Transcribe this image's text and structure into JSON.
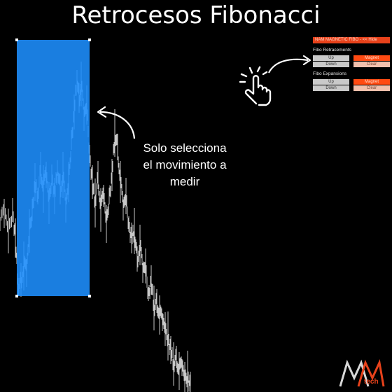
{
  "title": "Retrocesos Fibonacci",
  "annotation": [
    "Solo selecciona",
    "el movimiento a",
    "medir"
  ],
  "panel": {
    "header": "NAM MAGNETIC FIBO - << Hide",
    "retracements": {
      "label": "Fibo Retracements",
      "up": "Up",
      "down": "Down",
      "magnet": "Magnet",
      "clear": "Clear"
    },
    "expansions": {
      "label": "Fibo Expansions",
      "up": "Up",
      "down": "Down",
      "magnet": "Magnet",
      "clear": "Clear"
    }
  },
  "logo": {
    "brand": "NAM",
    "tech": "tech"
  },
  "colors": {
    "selection": "#1e90ff",
    "accent": "#e8421b",
    "price_line": "#c8c8c8"
  },
  "icons": [
    "tap-hand-icon",
    "curved-arrow-icon"
  ]
}
